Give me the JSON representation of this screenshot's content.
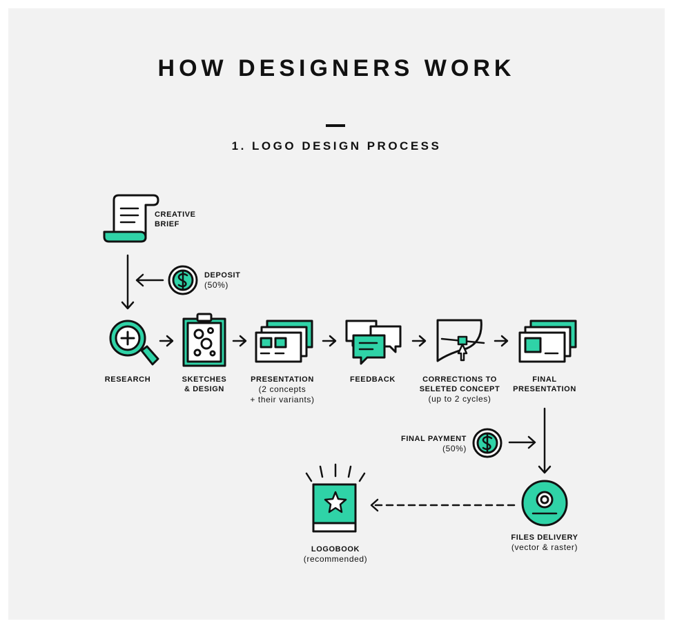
{
  "header": {
    "title": "HOW DESIGNERS WORK",
    "subtitle": "1. LOGO DESIGN PROCESS"
  },
  "colors": {
    "accent": "#2fd3a7",
    "ink": "#111111",
    "background": "#f2f2f2"
  },
  "steps": {
    "creative_brief": {
      "label_line1": "CREATIVE",
      "label_line2": "BRIEF",
      "icon": "scroll-icon"
    },
    "deposit": {
      "label": "DEPOSIT",
      "sub": "(50%)",
      "icon": "dollar-coin-icon"
    },
    "research": {
      "label": "RESEARCH",
      "icon": "magnifier-icon"
    },
    "sketches": {
      "label_line1": "SKETCHES",
      "label_line2": "& DESIGN",
      "icon": "clipboard-icon"
    },
    "presentation": {
      "label": "PRESENTATION",
      "sub1": "(2 concepts",
      "sub2": "+ their variants)",
      "icon": "stacked-cards-icon"
    },
    "feedback": {
      "label": "FEEDBACK",
      "icon": "chat-bubbles-icon"
    },
    "corrections": {
      "label_line1": "CORRECTIONS TO",
      "label_line2": "SELETED CONCEPT",
      "sub": "(up to 2 cycles)",
      "icon": "vector-edit-icon"
    },
    "final_presentation": {
      "label_line1": "FINAL",
      "label_line2": "PRESENTATION",
      "icon": "final-cards-icon"
    },
    "final_payment": {
      "label": "FINAL PAYMENT",
      "sub": "(50%)",
      "icon": "dollar-coin-icon"
    },
    "files_delivery": {
      "label": "FILES DELIVERY",
      "sub": "(vector & raster)",
      "icon": "disc-icon"
    },
    "logobook": {
      "label": "LOGOBOOK",
      "sub": "(recommended)",
      "icon": "star-book-icon"
    }
  }
}
